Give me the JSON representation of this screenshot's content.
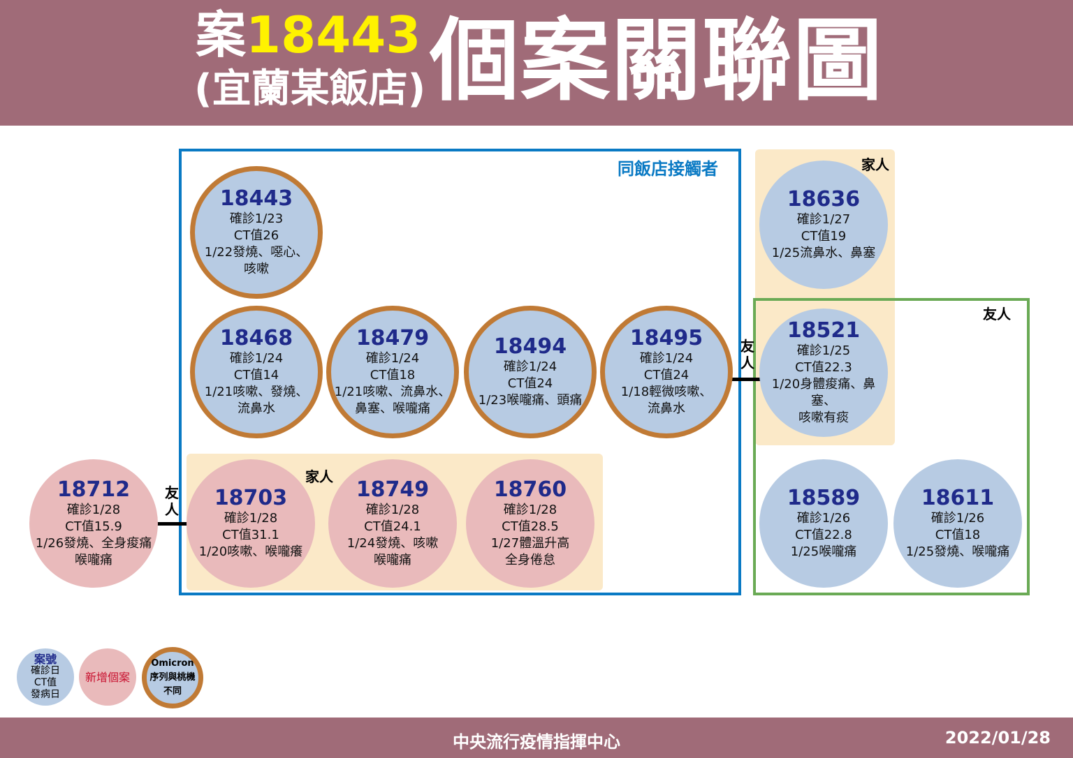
{
  "header": {
    "case_prefix": "案",
    "case_number": "18443",
    "place": "(宜蘭某飯店)",
    "title": "個案關聯圖"
  },
  "groups": {
    "hotel": "同飯店接觸者",
    "family_bottom": "家人",
    "family_right": "家人",
    "friends_right": "友人",
    "link_friend_1": "友人",
    "link_friend_2": "友人"
  },
  "nodes": [
    {
      "id": "18443",
      "confirm": "確診1/23",
      "ct": "CT值26",
      "onset": [
        "1/22發燒、噁心、",
        "咳嗽"
      ],
      "type": "omicron"
    },
    {
      "id": "18468",
      "confirm": "確診1/24",
      "ct": "CT值14",
      "onset": [
        "1/21咳嗽、發燒、",
        "流鼻水"
      ],
      "type": "omicron"
    },
    {
      "id": "18479",
      "confirm": "確診1/24",
      "ct": "CT值18",
      "onset": [
        "1/21咳嗽、流鼻水、",
        "鼻塞、喉嚨痛"
      ],
      "type": "omicron"
    },
    {
      "id": "18494",
      "confirm": "確診1/24",
      "ct": "CT值24",
      "onset": [
        "1/23喉嚨痛、頭痛"
      ],
      "type": "omicron"
    },
    {
      "id": "18495",
      "confirm": "確診1/24",
      "ct": "CT值24",
      "onset": [
        "1/18輕微咳嗽、",
        "流鼻水"
      ],
      "type": "omicron"
    },
    {
      "id": "18712",
      "confirm": "確診1/28",
      "ct": "CT值15.9",
      "onset": [
        "1/26發燒、全身痠痛",
        "喉嚨痛"
      ],
      "type": "new"
    },
    {
      "id": "18703",
      "confirm": "確診1/28",
      "ct": "CT值31.1",
      "onset": [
        "1/20咳嗽、喉嚨癢"
      ],
      "type": "new"
    },
    {
      "id": "18749",
      "confirm": "確診1/28",
      "ct": "CT值24.1",
      "onset": [
        "1/24發燒、咳嗽",
        "喉嚨痛"
      ],
      "type": "new"
    },
    {
      "id": "18760",
      "confirm": "確診1/28",
      "ct": "CT值28.5",
      "onset": [
        "1/27體溫升高",
        "全身倦怠"
      ],
      "type": "new"
    },
    {
      "id": "18636",
      "confirm": "確診1/27",
      "ct": "CT值19",
      "onset": [
        "1/25流鼻水、鼻塞"
      ],
      "type": "case"
    },
    {
      "id": "18521",
      "confirm": "確診1/25",
      "ct": "CT值22.3",
      "onset": [
        "1/20身體痠痛、鼻塞、",
        "咳嗽有痰"
      ],
      "type": "case"
    },
    {
      "id": "18589",
      "confirm": "確診1/26",
      "ct": "CT值22.8",
      "onset": [
        "1/25喉嚨痛"
      ],
      "type": "case"
    },
    {
      "id": "18611",
      "confirm": "確診1/26",
      "ct": "CT值18",
      "onset": [
        "1/25發燒、喉嚨痛"
      ],
      "type": "case"
    }
  ],
  "legend": {
    "case": [
      "案號",
      "確診日",
      "CT值",
      "發病日"
    ],
    "new": "新增個案",
    "omicron": [
      "Omicron",
      "序列與桃機",
      "不同"
    ]
  },
  "footer": {
    "org": "中央流行疫情指揮中心",
    "date": "2022/01/28"
  },
  "colors": {
    "header": "#a06b78",
    "blue_box": "#0a7ac4",
    "green_box": "#6aaa55",
    "family": "#fbe9c8",
    "case_fill": "#b7cbe3",
    "new_fill": "#e9babb",
    "omicron_ring": "#c07a35",
    "id_text": "#1f2a8a"
  }
}
